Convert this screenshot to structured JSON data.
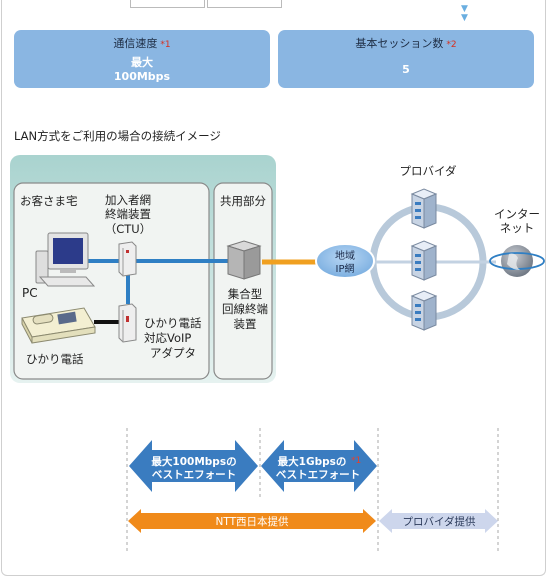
{
  "specs": [
    {
      "label": "通信速度",
      "note": "*1",
      "value_line1": "最大",
      "value_line2": "100Mbps"
    },
    {
      "label": "基本セッション数",
      "note": "*2",
      "value_line1": "5",
      "value_line2": ""
    }
  ],
  "section_title": "LAN方式をご利用の場合の接続イメージ",
  "diagram": {
    "customer_home": "お客さま宅",
    "ctu_l1": "加入者網",
    "ctu_l2": "終端装置",
    "ctu_l3": "（CTU）",
    "pc": "PC",
    "phone": "ひかり電話",
    "adapter_l1": "ひかり電話",
    "adapter_l2": "対応VoIP",
    "adapter_l3": "アダプタ",
    "shared": "共用部分",
    "olt_l1": "集合型",
    "olt_l2": "回線終端",
    "olt_l3": "装置",
    "regional_l1": "地域",
    "regional_l2": "IP網",
    "provider": "プロバイダ",
    "internet_l1": "インター",
    "internet_l2": "ネット"
  },
  "arrows": {
    "a1_l1": "最大100Mbpsの",
    "a1_l2": "ベストエフォート",
    "a2_l1": "最大1Gbpsの",
    "a2_note": "*1",
    "a2_l2": "ベストエフォート",
    "ntt": "NTT西日本提供",
    "provider_supply": "プロバイダ提供"
  },
  "colors": {
    "lan_line": "#2f7fc4",
    "fiber_line": "#f0a020",
    "ntt_arrow": "#f08a1a",
    "provider_arrow": "#cdd6ec",
    "speed_arrow": "#3a7cc0",
    "spec_box": "#8ab6e2"
  }
}
